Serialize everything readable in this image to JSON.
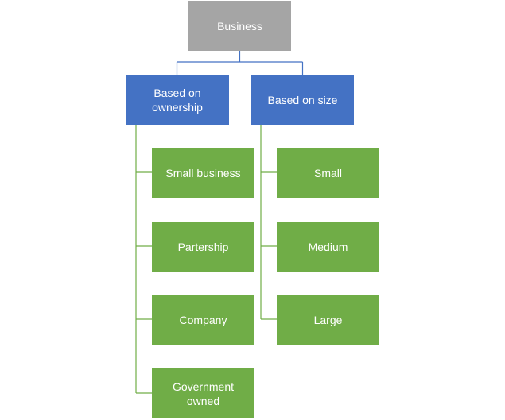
{
  "colors": {
    "root": "#a5a5a5",
    "category": "#4472c4",
    "leaf": "#70ad47",
    "root_connector": "#4472c4",
    "leaf_connector": "#70ad47"
  },
  "root": {
    "label": "Business"
  },
  "categories": [
    {
      "label": "Based on\nownership",
      "children": [
        "Small business",
        "Partership",
        "Company",
        "Government\nowned"
      ]
    },
    {
      "label": "Based on size",
      "children": [
        "Small",
        "Medium",
        "Large"
      ]
    }
  ]
}
